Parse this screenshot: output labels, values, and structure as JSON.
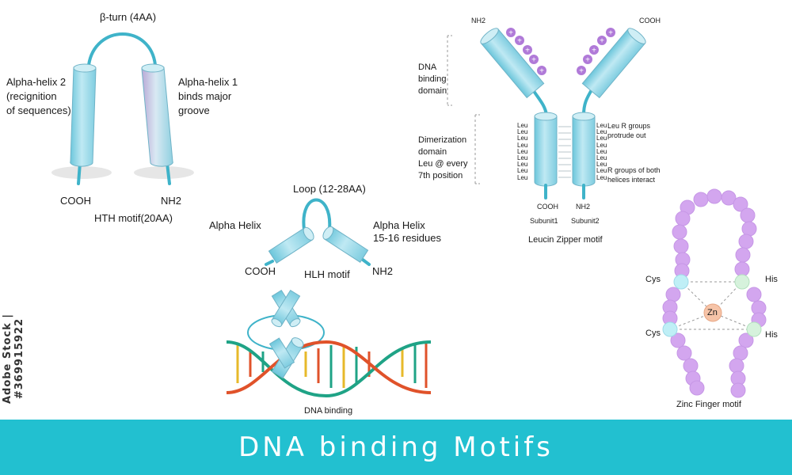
{
  "hth": {
    "turn": "β-turn (4AA)",
    "helix2": [
      "Alpha-helix 2",
      "(recignition",
      "of sequences)"
    ],
    "helix1": [
      "Alpha-helix 1",
      "binds major",
      "groove"
    ],
    "cooh": "COOH",
    "nh2": "NH2",
    "title": "HTH motif(20AA)"
  },
  "hlh": {
    "loop": "Loop (12-28AA)",
    "left_helix": "Alpha Helix",
    "right_helix": [
      "Alpha Helix",
      "15-16 residues"
    ],
    "cooh": "COOH",
    "nh2": "NH2",
    "title": "HLH motif"
  },
  "dna": {
    "title": "DNA binding"
  },
  "zipper": {
    "nh2_top": "NH2",
    "cooh_top": "COOH",
    "dna_domain": [
      "DNA",
      "binding",
      "domain"
    ],
    "dimer_domain": [
      "Dimerization",
      "domain",
      "Leu @ every",
      "7th position"
    ],
    "leu": "Leu",
    "leu_count": 9,
    "note1": [
      "Leu R groups",
      "protrude out"
    ],
    "note2": [
      "R groups of both",
      "helices interact"
    ],
    "cooh_bottom": "COOH",
    "nh2_bottom": "NH2",
    "subunit1": "Subunit1",
    "subunit2": "Subunit2",
    "title": "Leucin Zipper motif",
    "charge": "+"
  },
  "zinc": {
    "cys1": "Cys",
    "cys2": "Cys",
    "his1": "His",
    "his2": "His",
    "zn": "Zn",
    "title": "Zinc Finger motif"
  },
  "footer": {
    "title": "DNA binding Motifs"
  },
  "credit": {
    "text": "Adobe Stock | #369915922"
  },
  "colors": {
    "footer": "#22c0d0",
    "helix": "#8fd3e2",
    "link": "#3fb3c9",
    "bead": "#d3a6ef",
    "charge": "#b07ad8",
    "zinc": "#f6c4a8",
    "cys": "#bfeff6",
    "his": "#d6f2dc",
    "dna_green": "#1fa386",
    "dna_red": "#e0522a"
  }
}
